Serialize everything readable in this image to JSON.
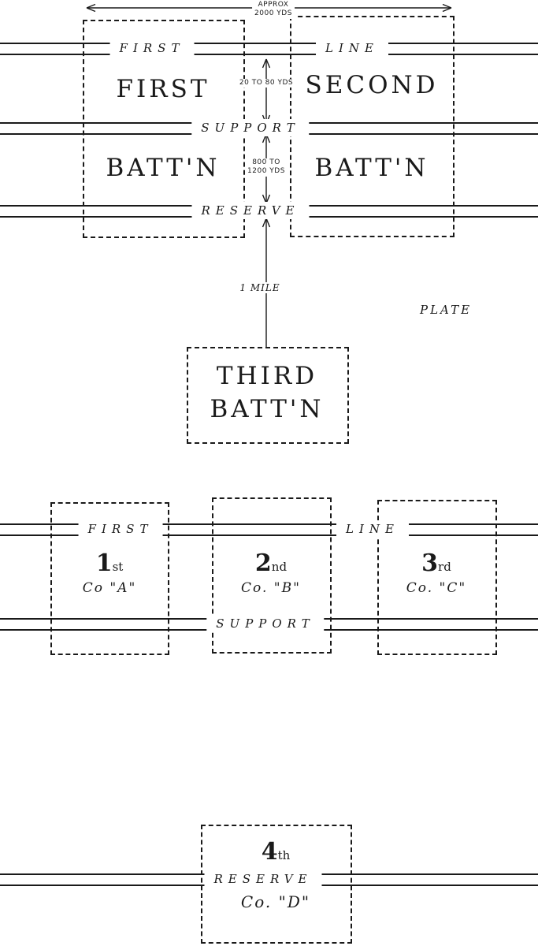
{
  "colors": {
    "ink": "#1a1a1a",
    "paper": "#ffffff"
  },
  "battalion_section": {
    "width_arrow": {
      "line1": "APPROX",
      "line2": "2000 YDS"
    },
    "first_line_left": "FIRST",
    "first_line_right": "LINE",
    "support_label": "SUPPORT",
    "reserve_label": "RESERVE",
    "first_battalion": {
      "line1": "FIRST",
      "line2": "BATT'N"
    },
    "second_battalion": {
      "line1": "SECOND",
      "line2": "BATT'N"
    },
    "third_battalion": {
      "line1": "THIRD",
      "line2": "BATT'N"
    },
    "distance_line_to_support": "20 TO 80 YDS",
    "distance_support_to_reserve": {
      "line1": "800 TO",
      "line2": "1200 YDS"
    },
    "distance_reserve_to_third": "1 MILE",
    "plate_label": "PLATE"
  },
  "company_section": {
    "first_line_left": "FIRST",
    "first_line_right": "LINE",
    "support_label": "SUPPORT",
    "reserve_label": "RESERVE",
    "companies": [
      {
        "num": "1",
        "suffix": "st",
        "name": "Co \"A\""
      },
      {
        "num": "2",
        "suffix": "nd",
        "name": "Co. \"B\""
      },
      {
        "num": "3",
        "suffix": "rd",
        "name": "Co. \"C\""
      },
      {
        "num": "4",
        "suffix": "th",
        "name": "Co. \"D\""
      }
    ]
  }
}
